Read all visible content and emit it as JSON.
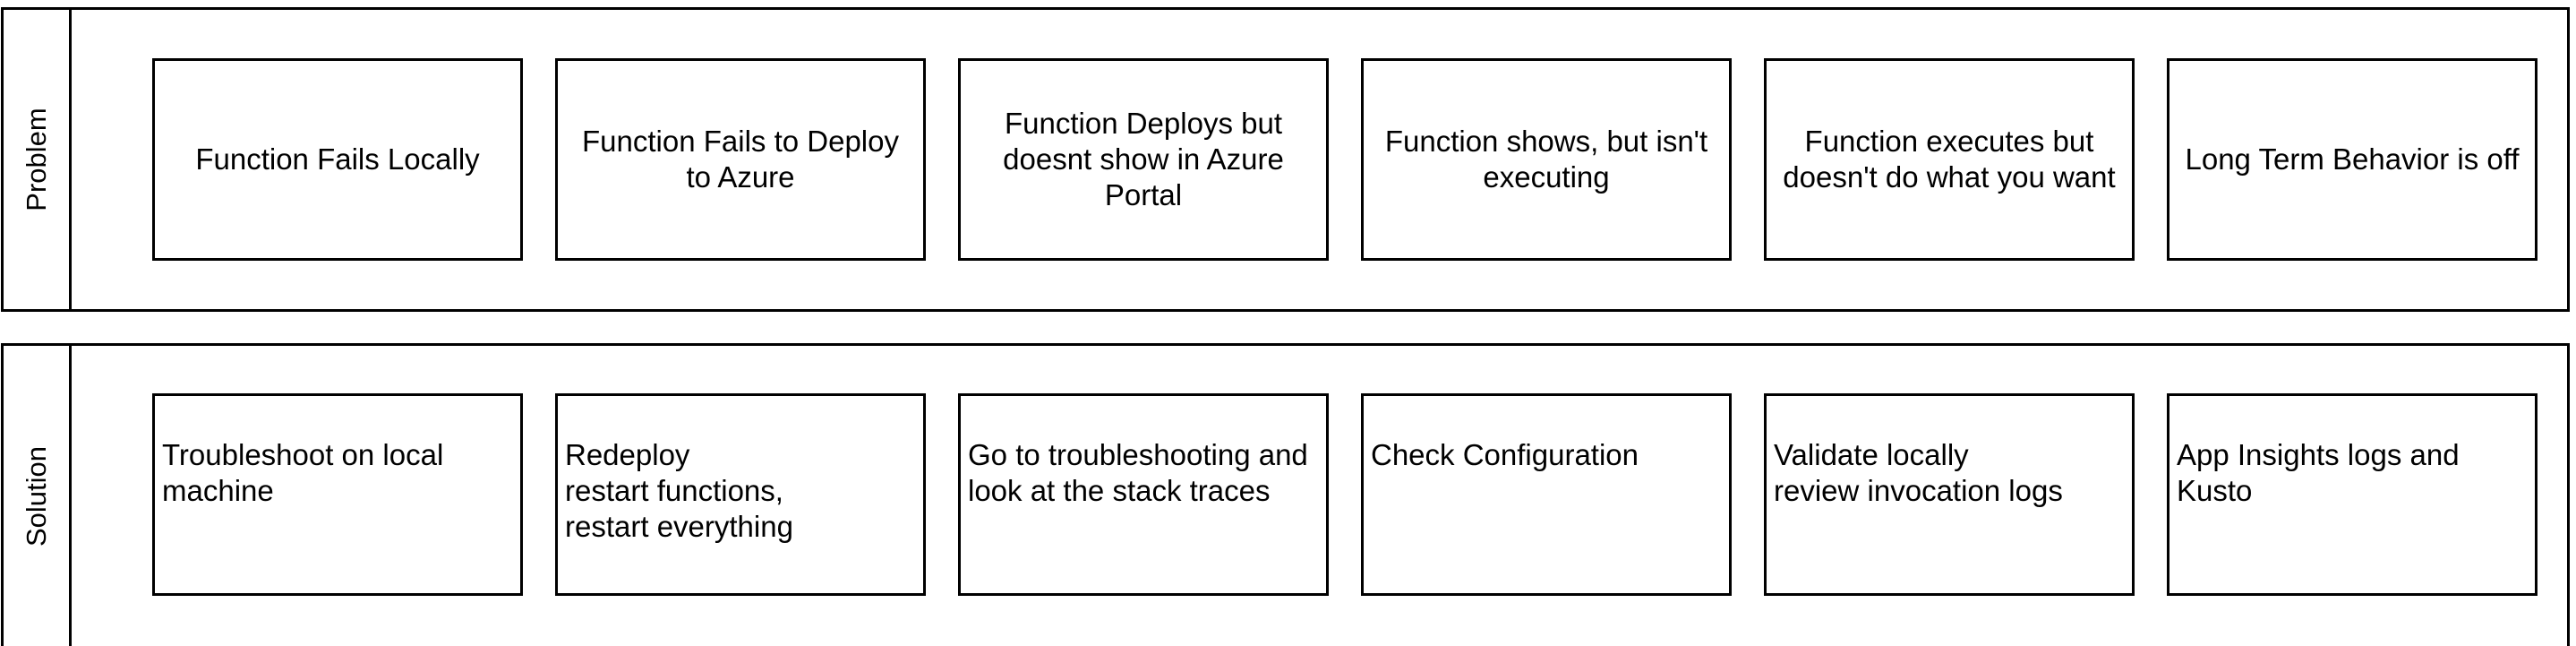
{
  "lanes": {
    "problem": {
      "title": "Problem",
      "boxes": [
        "Function Fails Locally",
        "Function Fails to Deploy\nto Azure",
        "Function Deploys but\ndoesnt show in Azure\nPortal",
        "Function shows, but isn't\nexecuting",
        "Function executes but\ndoesn't do what you want",
        "Long Term Behavior is off"
      ]
    },
    "solution": {
      "title": "Solution",
      "boxes": [
        "Troubleshoot on local\nmachine",
        "Redeploy\nrestart functions,\nrestart everything",
        "Go to troubleshooting and\nlook at the stack traces",
        "Check Configuration",
        "Validate locally\nreview invocation logs",
        "App Insights logs and\nKusto"
      ]
    }
  }
}
